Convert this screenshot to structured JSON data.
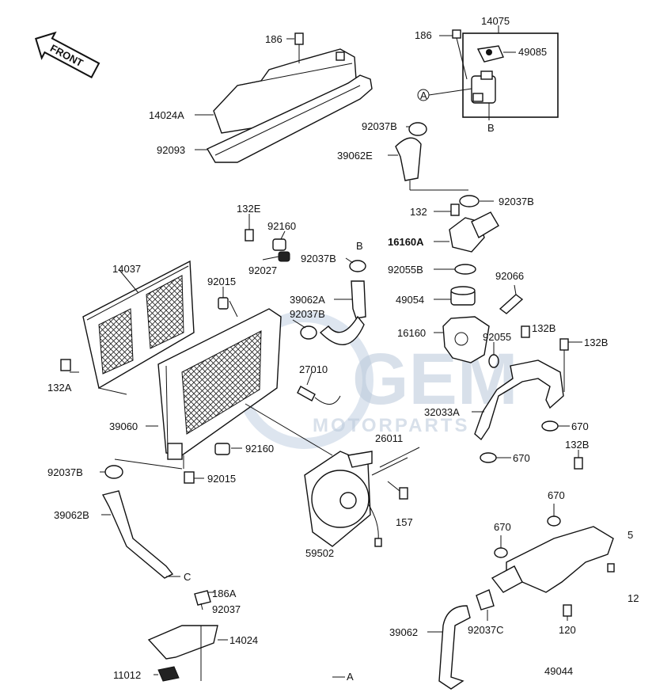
{
  "watermark": {
    "brand": "GEM",
    "sub": "MOTORPARTS"
  },
  "front_arrow": "FRONT",
  "labels": {
    "l186a": "186",
    "l14024A": "14024A",
    "l92093": "92093",
    "l14075": "14075",
    "l186b": "186",
    "l49085": "49085",
    "lA1": "A",
    "lB1": "B",
    "l92037B_1": "92037B",
    "l39062E": "39062E",
    "l92037B_2": "92037B",
    "l132": "132",
    "l16160A": "16160A",
    "l92055B": "92055B",
    "l92066": "92066",
    "l49054": "49054",
    "l16160": "16160",
    "l92055": "92055",
    "l132B_1": "132B",
    "l132B_2": "132B",
    "l32033A": "32033A",
    "l670_1": "670",
    "l670_2": "670",
    "l132B_3": "132B",
    "l132E": "132E",
    "l92160_1": "92160",
    "l92027": "92027",
    "l92037B_3": "92037B",
    "lB2": "B",
    "l14037": "14037",
    "l92015_1": "92015",
    "l39062A": "39062A",
    "l92037B_4": "92037B",
    "l27010": "27010",
    "l132A": "132A",
    "l39060": "39060",
    "l92160_2": "92160",
    "l92037B_5": "92037B",
    "l92015_2": "92015",
    "l26011": "26011",
    "l157": "157",
    "l39062B": "39062B",
    "lC1": "C",
    "l59502": "59502",
    "l670_3": "670",
    "l670_4": "670",
    "l5x": "5",
    "l12x": "12",
    "l186A": "186A",
    "l92037": "92037",
    "l14024": "14024",
    "l11012": "11012",
    "l39062": "39062",
    "l92037C": "92037C",
    "l120": "120",
    "l49044": "49044",
    "lA2": "A"
  }
}
